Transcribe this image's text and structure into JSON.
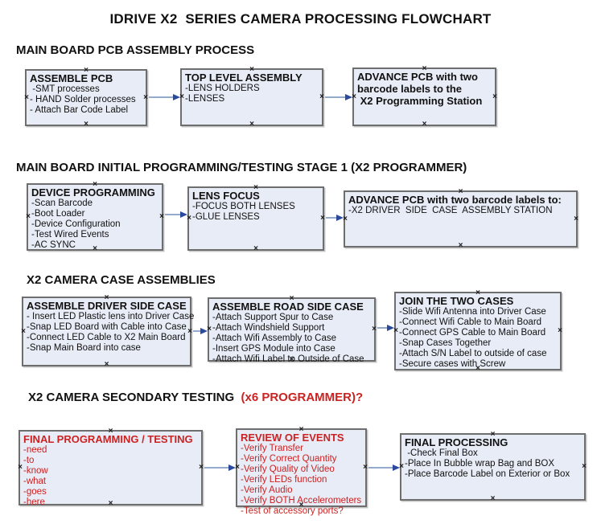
{
  "title": "IDRIVE X2  SERIES CAMERA PROCESSING FLOWCHART",
  "colors": {
    "accent_red": "#cc2222",
    "box_fill": "#e7ecf6",
    "box_border": "#6e6e6e",
    "arrow_line": "#94aacb",
    "arrow_head": "#2b4a9d",
    "text": "#111111"
  },
  "sections": [
    {
      "heading": "MAIN BOARD PCB ASSEMBLY PROCESS",
      "boxes": [
        {
          "title": "ASSEMBLE PCB",
          "lines": [
            " -SMT processes",
            "- HAND Solder processes",
            "- Attach Bar Code Label"
          ]
        },
        {
          "title": "TOP LEVEL ASSEMBLY",
          "lines": [
            "-LENS HOLDERS",
            "-LENSES"
          ]
        },
        {
          "title": "ADVANCE PCB with two\nbarcode labels to the\n X2 Programming Station",
          "lines": []
        }
      ]
    },
    {
      "heading": "MAIN BOARD INITIAL PROGRAMMING/TESTING STAGE 1 (X2 PROGRAMMER)",
      "boxes": [
        {
          "title": "DEVICE PROGRAMMING",
          "lines": [
            "-Scan Barcode",
            "-Boot Loader",
            "-Device Configuration",
            "-Test Wired Events",
            "-AC SYNC"
          ]
        },
        {
          "title": "LENS FOCUS",
          "lines": [
            "-FOCUS BOTH LENSES",
            "-GLUE LENSES"
          ]
        },
        {
          "title": "ADVANCE PCB with two barcode labels to:",
          "lines": [
            "-X2 DRIVER  SIDE  CASE  ASSEMBLY STATION"
          ]
        }
      ]
    },
    {
      "heading": "X2 CAMERA CASE ASSEMBLIES",
      "boxes": [
        {
          "title": "ASSEMBLE DRIVER SIDE CASE",
          "lines": [
            "- Insert LED Plastic lens into Driver Case",
            "-Snap LED Board with Cable into Case",
            "-Connect LED Cable to X2 Main Board",
            "-Snap Main Board into case"
          ]
        },
        {
          "title": "ASSEMBLE ROAD SIDE CASE",
          "lines": [
            "-Attach Support Spur to Case",
            "-Attach Windshield Support",
            "-Attach Wifi Assembly to Case",
            "-Insert GPS Module into Case",
            "-Attach Wifi Label to Outside of Case"
          ]
        },
        {
          "title": "JOIN THE TWO CASES",
          "lines": [
            "-Slide Wifi Antenna into Driver Case",
            "-Connect Wifi Cable to Main Board",
            "-Connect GPS Cable to Main Board",
            "-Snap Cases Together",
            "-Attach S/N Label to outside of case",
            "-Secure cases with Screw"
          ]
        }
      ]
    },
    {
      "heading": "X2 CAMERA SECONDARY TESTING ",
      "heading_red": " (x6 PROGRAMMER)?",
      "boxes": [
        {
          "title": "FINAL PROGRAMMING / TESTING",
          "red": true,
          "lines": [
            "-need",
            "-to",
            "-know",
            "-what",
            "-goes",
            "-here"
          ]
        },
        {
          "title": "REVIEW OF EVENTS",
          "red": true,
          "lines": [
            "-Verify Transfer",
            "-Verify Correct Quantity",
            "-Verify Quality of Video",
            "-Verify LEDs function",
            "-Verify Audio",
            "-Verify BOTH Accelerometers",
            "-Test of accessory ports?"
          ]
        },
        {
          "title": "FINAL PROCESSING",
          "lines": [
            " -Check Final Box",
            "-Place In Bubble wrap Bag and BOX",
            "-Place Barcode Label on Exterior or Box"
          ]
        }
      ]
    }
  ]
}
